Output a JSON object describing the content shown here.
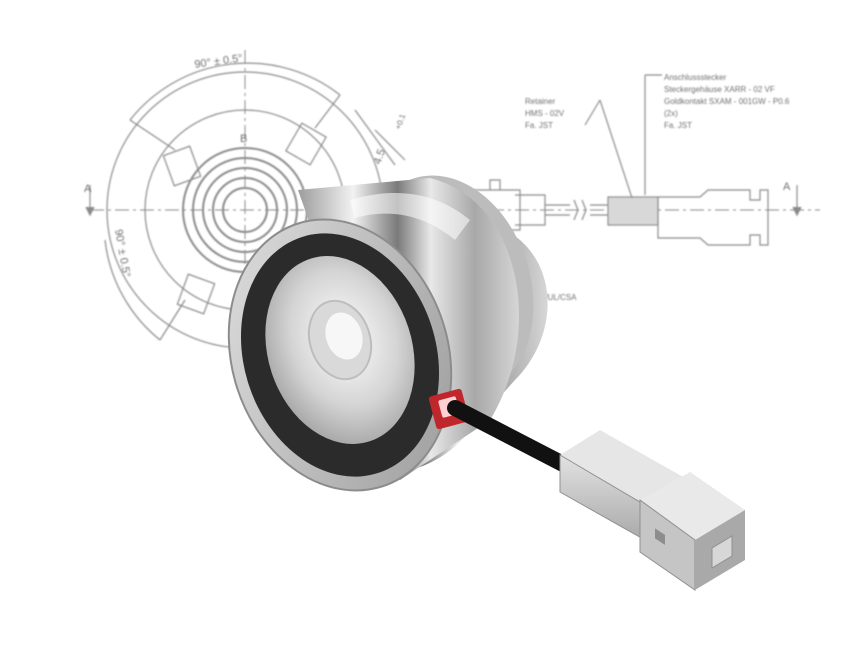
{
  "drawing": {
    "left_view": {
      "angle_top": "90° ± 0.5°",
      "angle_left": "90° ± 0.5°",
      "label_b": "B",
      "label_a": "A",
      "depth": "4.5",
      "tol": "+0.1"
    },
    "right_view": {
      "section_label": "A",
      "retainer_lines": [
        "Retainer",
        "HMS - 02V",
        "Fa. JST"
      ],
      "connector_lines": [
        "Anschlussstecker",
        "Steckergehäuse XARR - 02 VF",
        "Goldkontakt SXAM - 001GW - P0.6",
        "(2x)",
        "Fa. JST"
      ],
      "cable_note": "ktron 145/UL/CSA"
    }
  },
  "colors": {
    "background": "#ffffff",
    "drawing_lines": "#8a8a8a",
    "magnet_metal": "#cfcfcf",
    "magnet_ring": "#2b2b2b",
    "cable": "#111111",
    "connector": "#c8c8c8",
    "grommet": "#c0272d"
  }
}
